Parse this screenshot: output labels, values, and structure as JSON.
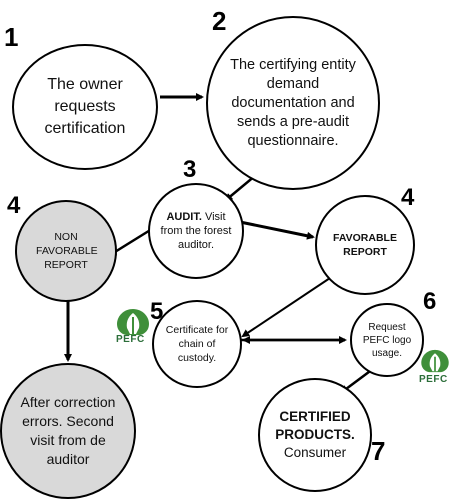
{
  "steps": {
    "s1": {
      "number": "1",
      "text": "The owner requests certification"
    },
    "s2": {
      "number": "2",
      "text": "The certifying entity demand documentation and sends a pre-audit questionnaire."
    },
    "s3": {
      "number": "3",
      "bold": "AUDIT.",
      "text": " Visit from the forest auditor."
    },
    "s4a": {
      "number": "4",
      "text": "NON FAVORABLE REPORT"
    },
    "s4b": {
      "number": "4",
      "text": "FAVORABLE REPORT"
    },
    "s5": {
      "number": "5",
      "text": "Certificate for chain of custody."
    },
    "s6": {
      "number": "6",
      "text": "Request PEFC logo usage."
    },
    "s7": {
      "number": "7",
      "bold": "CERTIFIED PRODUCTS.",
      "text": " Consumer"
    },
    "s8": {
      "text": "After correction errors. Second visit from de auditor"
    }
  },
  "logos": {
    "left": "PEFC",
    "right": "PEFC"
  },
  "colors": {
    "stroke": "#000000",
    "grey_fill": "#d9d9d9",
    "logo_green": "#2c6e3a"
  }
}
